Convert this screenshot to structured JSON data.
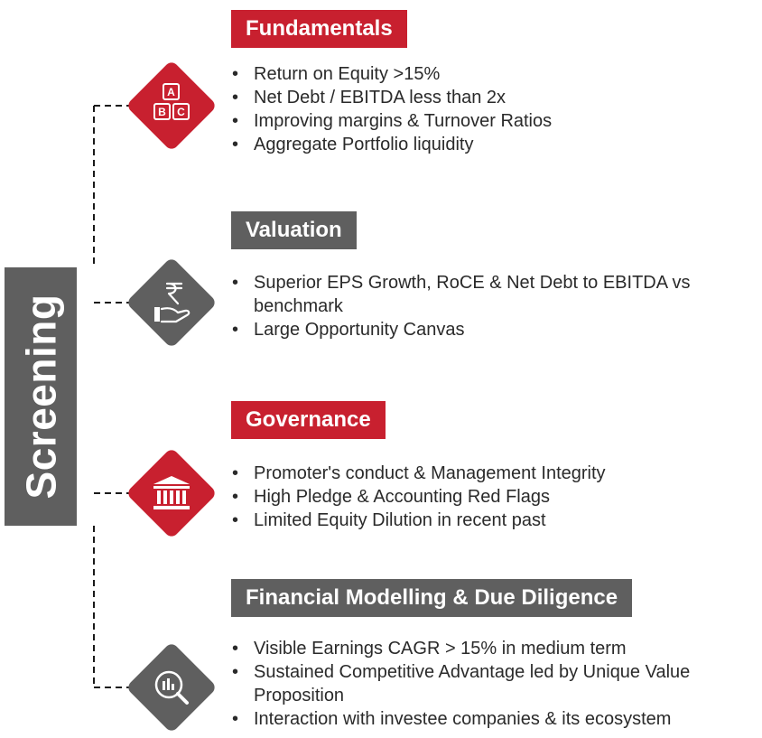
{
  "colors": {
    "red": "#c8202f",
    "dark": "#5f5f5f",
    "text": "#2a2a2a",
    "line": "#1a1a1a"
  },
  "side_label": "Screening",
  "sections": [
    {
      "title": "Fundamentals",
      "color": "red",
      "icon": "abc-blocks-icon",
      "bullets": [
        "Return on Equity >15%",
        "Net Debt / EBITDA less than 2x",
        "Improving margins & Turnover Ratios",
        "Aggregate Portfolio liquidity"
      ]
    },
    {
      "title": "Valuation",
      "color": "dark",
      "icon": "rupee-hand-icon",
      "bullets": [
        "Superior EPS Growth, RoCE & Net Debt to EBITDA vs benchmark",
        "Large Opportunity Canvas"
      ]
    },
    {
      "title": "Governance",
      "color": "red",
      "icon": "bank-building-icon",
      "bullets": [
        "Promoter's conduct & Management Integrity",
        "High Pledge & Accounting Red Flags",
        "Limited Equity Dilution in recent past"
      ]
    },
    {
      "title": "Financial Modelling & Due Diligence",
      "color": "dark",
      "icon": "chart-magnifier-icon",
      "bullets": [
        "Visible Earnings CAGR > 15% in medium term",
        "Sustained Competitive Advantage led by Unique Value Proposition",
        "Interaction with investee companies & its ecosystem"
      ]
    }
  ]
}
